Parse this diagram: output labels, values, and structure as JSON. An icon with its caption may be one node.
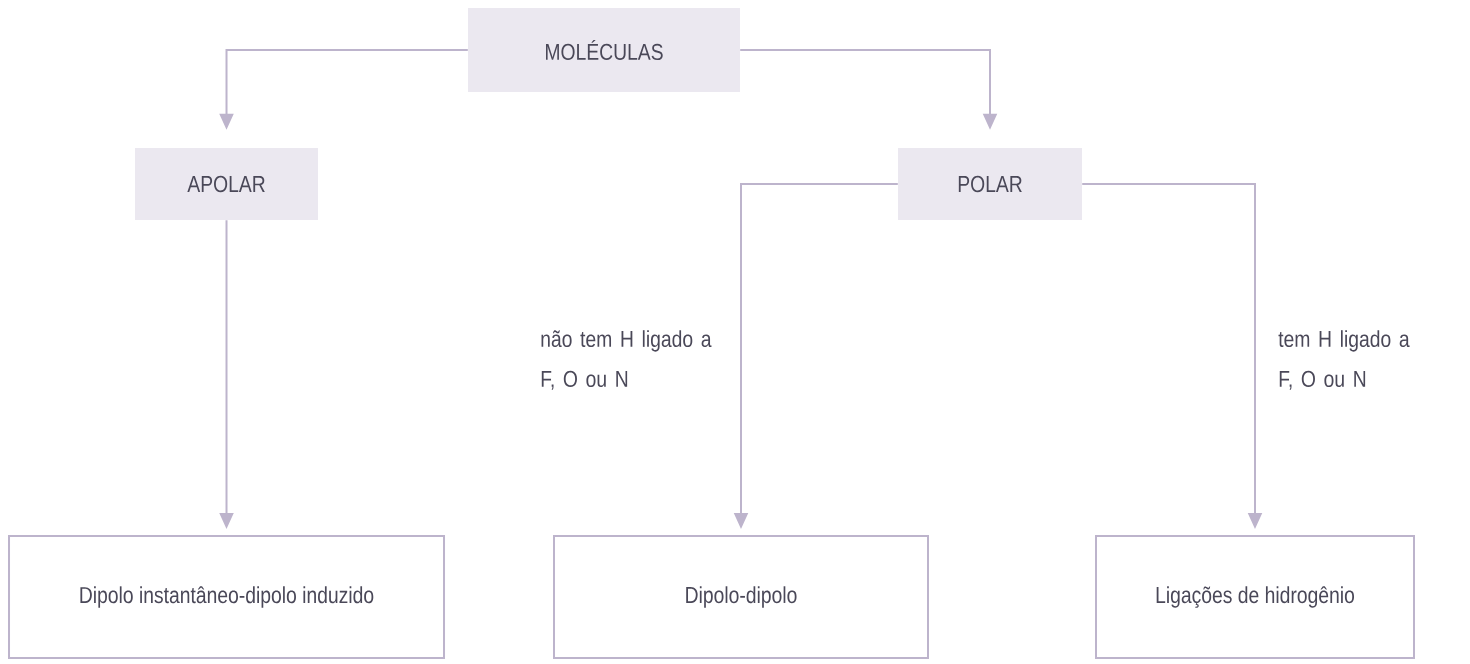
{
  "diagram": {
    "nodes": [
      {
        "text": [
          "MOLÉCULAS"
        ]
      },
      {
        "text": [
          "APOLAR"
        ]
      },
      {
        "text": [
          "POLAR"
        ]
      },
      {
        "text": [
          "Dipolo instantâneo-dipolo induzido"
        ]
      },
      {
        "text": [
          "Dipolo-dipolo"
        ]
      },
      {
        "text": [
          "Ligações de hidrogênio"
        ]
      }
    ],
    "edges": [
      {
        "from": 0,
        "to": 1,
        "arrow": "to"
      },
      {
        "from": 0,
        "to": 2,
        "arrow": "to"
      },
      {
        "from": 1,
        "to": 3,
        "arrow": "to"
      },
      {
        "from": 2,
        "to": 4,
        "arrow": "to",
        "label": "não tem H ligado a F, O ou N"
      },
      {
        "from": 2,
        "to": 5,
        "arrow": "to",
        "label": "tem H ligado a F, O ou N"
      }
    ]
  }
}
